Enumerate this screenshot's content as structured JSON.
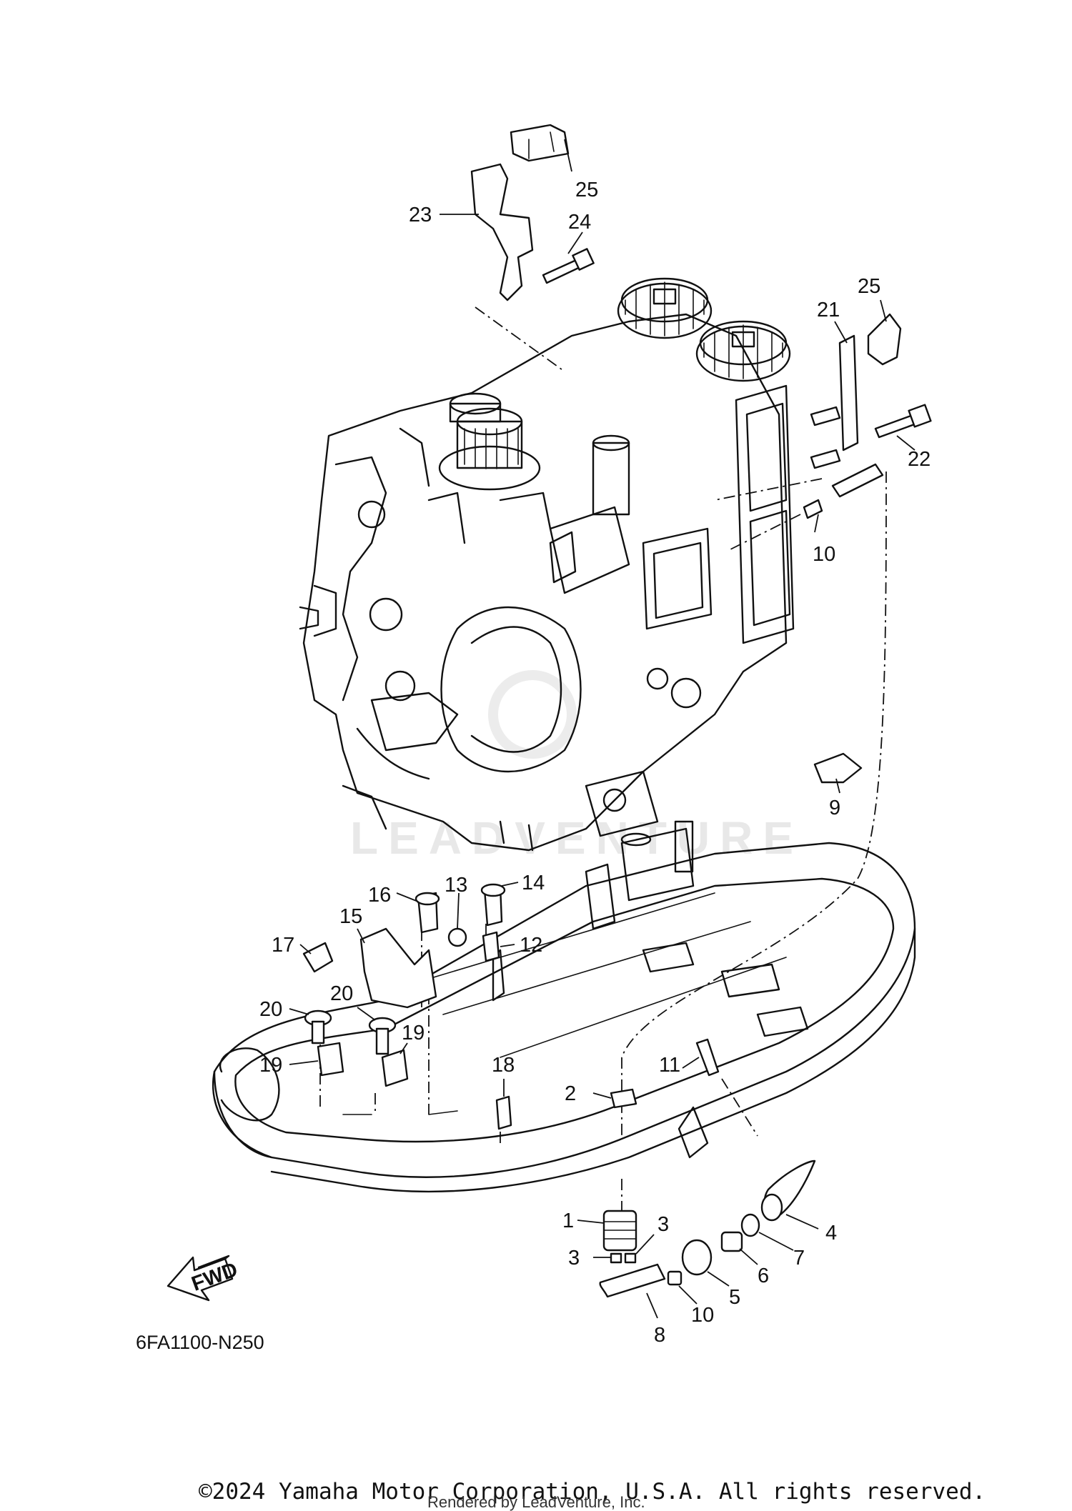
{
  "callouts": [
    {
      "n": "25",
      "id": "callout-25-top"
    },
    {
      "n": "23",
      "id": "callout-23"
    },
    {
      "n": "24",
      "id": "callout-24"
    },
    {
      "n": "25",
      "id": "callout-25-right"
    },
    {
      "n": "21",
      "id": "callout-21"
    },
    {
      "n": "22",
      "id": "callout-22"
    },
    {
      "n": "10",
      "id": "callout-10-upper"
    },
    {
      "n": "9",
      "id": "callout-9"
    },
    {
      "n": "16",
      "id": "callout-16"
    },
    {
      "n": "13",
      "id": "callout-13"
    },
    {
      "n": "14",
      "id": "callout-14"
    },
    {
      "n": "15",
      "id": "callout-15"
    },
    {
      "n": "17",
      "id": "callout-17"
    },
    {
      "n": "12",
      "id": "callout-12"
    },
    {
      "n": "20",
      "id": "callout-20-left"
    },
    {
      "n": "20",
      "id": "callout-20-right"
    },
    {
      "n": "19",
      "id": "callout-19-left"
    },
    {
      "n": "19",
      "id": "callout-19-right"
    },
    {
      "n": "18",
      "id": "callout-18"
    },
    {
      "n": "11",
      "id": "callout-11"
    },
    {
      "n": "2",
      "id": "callout-2"
    },
    {
      "n": "1",
      "id": "callout-1"
    },
    {
      "n": "3",
      "id": "callout-3-right"
    },
    {
      "n": "3",
      "id": "callout-3-left"
    },
    {
      "n": "4",
      "id": "callout-4"
    },
    {
      "n": "7",
      "id": "callout-7"
    },
    {
      "n": "6",
      "id": "callout-6"
    },
    {
      "n": "5",
      "id": "callout-5"
    },
    {
      "n": "10",
      "id": "callout-10-lower"
    },
    {
      "n": "8",
      "id": "callout-8"
    }
  ],
  "fwd_label": "FWD",
  "diagram_code": "6FA1100-N250",
  "watermark": "LEADVENTURE",
  "copyright": "©2024 Yamaha Motor Corporation, U.S.A. All rights reserved.",
  "rendered_by": "Rendered by LeadVenture, Inc."
}
